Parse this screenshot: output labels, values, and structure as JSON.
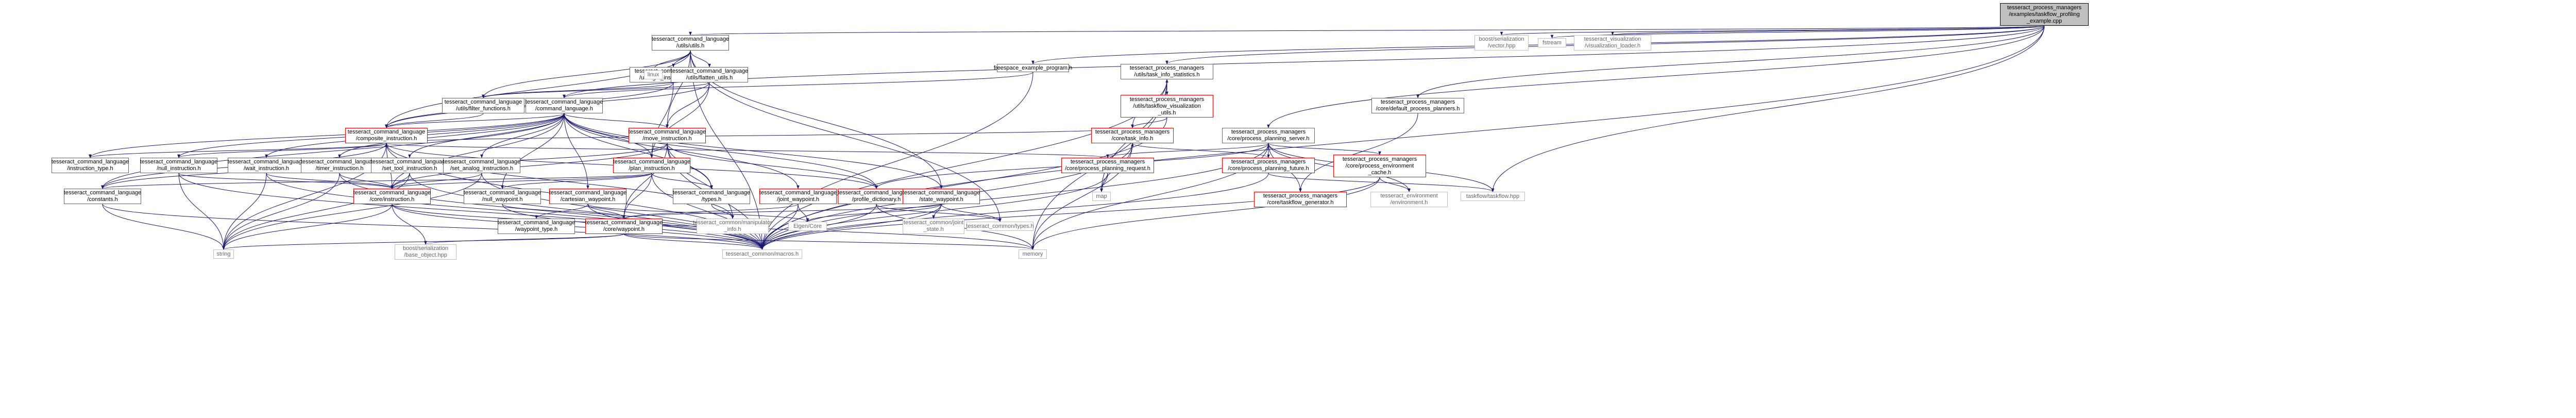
{
  "graph": {
    "edge_color": "#191970",
    "nodes": [
      {
        "id": "root",
        "label": "tesseract_process_managers\n/examples/taskflow_profiling\n_example.cpp",
        "style": "root"
      },
      {
        "id": "utils_utils",
        "label": "tesseract_command_language\n/utils/utils.h",
        "style": "normal"
      },
      {
        "id": "freespace_example",
        "label": "freespace_example_program.h",
        "style": "normal"
      },
      {
        "id": "task_info_stats",
        "label": "tesseract_process_managers\n/utils/task_info_statistics.h",
        "style": "normal"
      },
      {
        "id": "default_planners",
        "label": "tesseract_process_managers\n/core/default_process_planners.h",
        "style": "normal"
      },
      {
        "id": "vector_hpp",
        "label": "boost/serialization\n/vector.hpp",
        "style": "grey"
      },
      {
        "id": "fstream",
        "label": "fstream",
        "style": "grey"
      },
      {
        "id": "visualization_loader",
        "label": "tesseract_visualization\n/visualization_loader.h",
        "style": "grey"
      },
      {
        "id": "get_instruction_utils",
        "label": "tesseract_command_language\n/utils/get_instruction_utils.h",
        "style": "normal"
      },
      {
        "id": "linux",
        "label": "linux",
        "style": "grey"
      },
      {
        "id": "flatten_utils",
        "label": "tesseract_command_language\n/utils/flatten_utils.h",
        "style": "normal"
      },
      {
        "id": "filter_functions",
        "label": "tesseract_command_language\n/utils/filter_functions.h",
        "style": "normal"
      },
      {
        "id": "command_language",
        "label": "tesseract_command_language\n/command_language.h",
        "style": "normal"
      },
      {
        "id": "taskflow_visualization",
        "label": "tesseract_process_managers\n/utils/taskflow_visualization\n_utils.h",
        "style": "red"
      },
      {
        "id": "process_planning_server",
        "label": "tesseract_process_managers\n/core/process_planning_server.h",
        "style": "normal"
      },
      {
        "id": "composite_instruction",
        "label": "tesseract_command_language\n/composite_instruction.h",
        "style": "red"
      },
      {
        "id": "move_instruction",
        "label": "tesseract_command_language\n/move_instruction.h",
        "style": "red"
      },
      {
        "id": "task_info",
        "label": "tesseract_process_managers\n/core/task_info.h",
        "style": "red"
      },
      {
        "id": "instruction_type",
        "label": "tesseract_command_language\n/instruction_type.h",
        "style": "normal"
      },
      {
        "id": "null_instruction",
        "label": "tesseract_command_language\n/null_instruction.h",
        "style": "normal"
      },
      {
        "id": "wait_instruction",
        "label": "tesseract_command_language\n/wait_instruction.h",
        "style": "normal"
      },
      {
        "id": "timer_instruction",
        "label": "tesseract_command_language\n/timer_instruction.h",
        "style": "normal"
      },
      {
        "id": "set_tool_instruction",
        "label": "tesseract_command_language\n/set_tool_instruction.h",
        "style": "normal"
      },
      {
        "id": "set_analog_instruction",
        "label": "tesseract_command_language\n/set_analog_instruction.h",
        "style": "normal"
      },
      {
        "id": "plan_instruction",
        "label": "tesseract_command_language\n/plan_instruction.h",
        "style": "red"
      },
      {
        "id": "process_planning_request",
        "label": "tesseract_process_managers\n/core/process_planning_request.h",
        "style": "red"
      },
      {
        "id": "process_planning_future",
        "label": "tesseract_process_managers\n/core/process_planning_future.h",
        "style": "red"
      },
      {
        "id": "process_environment_cache",
        "label": "tesseract_process_managers\n/core/process_environment\n_cache.h",
        "style": "red"
      },
      {
        "id": "constants",
        "label": "tesseract_command_language\n/constants.h",
        "style": "normal"
      },
      {
        "id": "core_instruction",
        "label": "tesseract_command_language\n/core/instruction.h",
        "style": "red"
      },
      {
        "id": "null_waypoint",
        "label": "tesseract_command_language\n/null_waypoint.h",
        "style": "normal"
      },
      {
        "id": "cartesian_waypoint",
        "label": "tesseract_command_language\n/cartesian_waypoint.h",
        "style": "red"
      },
      {
        "id": "types_cl",
        "label": "tesseract_command_language\n/types.h",
        "style": "normal"
      },
      {
        "id": "joint_waypoint",
        "label": "tesseract_command_language\n/joint_waypoint.h",
        "style": "red"
      },
      {
        "id": "profile_dictionary",
        "label": "tesseract_command_language\n/profile_dictionary.h",
        "style": "red"
      },
      {
        "id": "state_waypoint",
        "label": "tesseract_command_language\n/state_waypoint.h",
        "style": "red"
      },
      {
        "id": "map",
        "label": "map",
        "style": "grey"
      },
      {
        "id": "taskflow_generator",
        "label": "tesseract_process_managers\n/core/taskflow_generator.h",
        "style": "red"
      },
      {
        "id": "environment_h",
        "label": "tesseract_environment\n/environment.h",
        "style": "grey"
      },
      {
        "id": "taskflow_hpp",
        "label": "taskflow/taskflow.hpp",
        "style": "grey"
      },
      {
        "id": "waypoint_type",
        "label": "tesseract_command_language\n/waypoint_type.h",
        "style": "normal"
      },
      {
        "id": "core_waypoint",
        "label": "tesseract_command_language\n/core/waypoint.h",
        "style": "red"
      },
      {
        "id": "manipulator_info",
        "label": "tesseract_common/manipulator\n_info.h",
        "style": "grey"
      },
      {
        "id": "eigen_core",
        "label": "Eigen/Core",
        "style": "grey"
      },
      {
        "id": "joint_state",
        "label": "tesseract_common/joint\n_state.h",
        "style": "grey"
      },
      {
        "id": "common_types",
        "label": "tesseract_common/types.h",
        "style": "grey"
      },
      {
        "id": "cstring",
        "label": "string",
        "style": "grey"
      },
      {
        "id": "base_object",
        "label": "boost/serialization\n/base_object.hpp",
        "style": "grey"
      },
      {
        "id": "macros",
        "label": "tesseract_common/macros.h",
        "style": "grey"
      },
      {
        "id": "memory",
        "label": "memory",
        "style": "grey"
      }
    ],
    "edges": [
      [
        "root",
        "utils_utils"
      ],
      [
        "root",
        "freespace_example"
      ],
      [
        "root",
        "task_info_stats"
      ],
      [
        "root",
        "default_planners"
      ],
      [
        "root",
        "vector_hpp"
      ],
      [
        "root",
        "fstream"
      ],
      [
        "root",
        "visualization_loader"
      ],
      [
        "root",
        "process_planning_server"
      ],
      [
        "root",
        "macros"
      ],
      [
        "root",
        "taskflow_hpp"
      ],
      [
        "root",
        "command_language"
      ],
      [
        "utils_utils",
        "get_instruction_utils"
      ],
      [
        "utils_utils",
        "linux"
      ],
      [
        "utils_utils",
        "flatten_utils"
      ],
      [
        "utils_utils",
        "filter_functions"
      ],
      [
        "utils_utils",
        "composite_instruction"
      ],
      [
        "utils_utils",
        "move_instruction"
      ],
      [
        "utils_utils",
        "state_waypoint"
      ],
      [
        "utils_utils",
        "common_types"
      ],
      [
        "utils_utils",
        "macros"
      ],
      [
        "get_instruction_utils",
        "filter_functions"
      ],
      [
        "get_instruction_utils",
        "composite_instruction"
      ],
      [
        "get_instruction_utils",
        "plan_instruction"
      ],
      [
        "flatten_utils",
        "filter_functions"
      ],
      [
        "flatten_utils",
        "composite_instruction"
      ],
      [
        "flatten_utils",
        "move_instruction"
      ],
      [
        "flatten_utils",
        "plan_instruction"
      ],
      [
        "filter_functions",
        "composite_instruction"
      ],
      [
        "freespace_example",
        "command_language"
      ],
      [
        "freespace_example",
        "macros"
      ],
      [
        "command_language",
        "composite_instruction"
      ],
      [
        "command_language",
        "move_instruction"
      ],
      [
        "command_language",
        "null_instruction"
      ],
      [
        "command_language",
        "wait_instruction"
      ],
      [
        "command_language",
        "timer_instruction"
      ],
      [
        "command_language",
        "set_tool_instruction"
      ],
      [
        "command_language",
        "set_analog_instruction"
      ],
      [
        "command_language",
        "plan_instruction"
      ],
      [
        "command_language",
        "constants"
      ],
      [
        "command_language",
        "null_waypoint"
      ],
      [
        "command_language",
        "cartesian_waypoint"
      ],
      [
        "command_language",
        "joint_waypoint"
      ],
      [
        "command_language",
        "state_waypoint"
      ],
      [
        "command_language",
        "types_cl"
      ],
      [
        "command_language",
        "profile_dictionary"
      ],
      [
        "command_language",
        "instruction_type"
      ],
      [
        "command_language",
        "core_instruction"
      ],
      [
        "task_info_stats",
        "taskflow_visualization"
      ],
      [
        "task_info_stats",
        "task_info"
      ],
      [
        "task_info_stats",
        "map"
      ],
      [
        "task_info_stats",
        "macros"
      ],
      [
        "task_info_stats",
        "memory"
      ],
      [
        "taskflow_visualization",
        "task_info_stats"
      ],
      [
        "taskflow_visualization",
        "task_info"
      ],
      [
        "taskflow_visualization",
        "macros"
      ],
      [
        "task_info",
        "composite_instruction"
      ],
      [
        "task_info",
        "map"
      ],
      [
        "task_info",
        "macros"
      ],
      [
        "task_info",
        "memory"
      ],
      [
        "default_planners",
        "taskflow_generator"
      ],
      [
        "process_planning_server",
        "process_planning_request"
      ],
      [
        "process_planning_server",
        "process_planning_future"
      ],
      [
        "process_planning_server",
        "process_environment_cache"
      ],
      [
        "process_planning_server",
        "taskflow_generator"
      ],
      [
        "process_planning_server",
        "profile_dictionary"
      ],
      [
        "process_planning_server",
        "taskflow_hpp"
      ],
      [
        "process_planning_server",
        "macros"
      ],
      [
        "process_planning_server",
        "environment_h"
      ],
      [
        "process_planning_server",
        "memory"
      ],
      [
        "process_planning_request",
        "composite_instruction"
      ],
      [
        "process_planning_request",
        "map"
      ],
      [
        "process_planning_request",
        "macros"
      ],
      [
        "process_planning_future",
        "task_info"
      ],
      [
        "process_planning_future",
        "taskflow_hpp"
      ],
      [
        "process_planning_future",
        "macros"
      ],
      [
        "process_environment_cache",
        "environment_h"
      ],
      [
        "process_environment_cache",
        "macros"
      ],
      [
        "process_environment_cache",
        "memory"
      ],
      [
        "composite_instruction",
        "core_instruction"
      ],
      [
        "composite_instruction",
        "null_instruction"
      ],
      [
        "composite_instruction",
        "constants"
      ],
      [
        "composite_instruction",
        "instruction_type"
      ],
      [
        "composite_instruction",
        "manipulator_info"
      ],
      [
        "composite_instruction",
        "cstring"
      ],
      [
        "composite_instruction",
        "macros"
      ],
      [
        "composite_instruction",
        "profile_dictionary"
      ],
      [
        "move_instruction",
        "core_instruction"
      ],
      [
        "move_instruction",
        "core_waypoint"
      ],
      [
        "move_instruction",
        "constants"
      ],
      [
        "move_instruction",
        "types_cl"
      ],
      [
        "move_instruction",
        "manipulator_info"
      ],
      [
        "move_instruction",
        "profile_dictionary"
      ],
      [
        "move_instruction",
        "macros"
      ],
      [
        "null_instruction",
        "core_instruction"
      ],
      [
        "null_instruction",
        "cstring"
      ],
      [
        "null_instruction",
        "macros"
      ],
      [
        "wait_instruction",
        "core_instruction"
      ],
      [
        "wait_instruction",
        "cstring"
      ],
      [
        "wait_instruction",
        "macros"
      ],
      [
        "timer_instruction",
        "core_instruction"
      ],
      [
        "timer_instruction",
        "cstring"
      ],
      [
        "timer_instruction",
        "macros"
      ],
      [
        "set_tool_instruction",
        "core_instruction"
      ],
      [
        "set_tool_instruction",
        "cstring"
      ],
      [
        "set_tool_instruction",
        "macros"
      ],
      [
        "set_analog_instruction",
        "core_instruction"
      ],
      [
        "set_analog_instruction",
        "cstring"
      ],
      [
        "set_analog_instruction",
        "macros"
      ],
      [
        "plan_instruction",
        "core_instruction"
      ],
      [
        "plan_instruction",
        "core_waypoint"
      ],
      [
        "plan_instruction",
        "constants"
      ],
      [
        "plan_instruction",
        "types_cl"
      ],
      [
        "plan_instruction",
        "null_waypoint"
      ],
      [
        "plan_instruction",
        "macros"
      ],
      [
        "core_instruction",
        "base_object"
      ],
      [
        "core_instruction",
        "cstring"
      ],
      [
        "core_instruction",
        "memory"
      ],
      [
        "core_instruction",
        "macros"
      ],
      [
        "null_waypoint",
        "core_waypoint"
      ],
      [
        "null_waypoint",
        "macros"
      ],
      [
        "cartesian_waypoint",
        "core_waypoint"
      ],
      [
        "cartesian_waypoint",
        "waypoint_type"
      ],
      [
        "cartesian_waypoint",
        "eigen_core"
      ],
      [
        "cartesian_waypoint",
        "macros"
      ],
      [
        "types_cl",
        "manipulator_info"
      ],
      [
        "joint_waypoint",
        "core_waypoint"
      ],
      [
        "joint_waypoint",
        "eigen_core"
      ],
      [
        "joint_waypoint",
        "macros"
      ],
      [
        "profile_dictionary",
        "memory"
      ],
      [
        "profile_dictionary",
        "macros"
      ],
      [
        "profile_dictionary",
        "common_types"
      ],
      [
        "state_waypoint",
        "core_waypoint"
      ],
      [
        "state_waypoint",
        "joint_state"
      ],
      [
        "state_waypoint",
        "common_types"
      ],
      [
        "state_waypoint",
        "eigen_core"
      ],
      [
        "state_waypoint",
        "macros"
      ],
      [
        "core_waypoint",
        "base_object"
      ],
      [
        "core_waypoint",
        "cstring"
      ],
      [
        "core_waypoint",
        "memory"
      ],
      [
        "core_waypoint",
        "macros"
      ],
      [
        "constants",
        "cstring"
      ],
      [
        "constants",
        "macros"
      ]
    ]
  }
}
